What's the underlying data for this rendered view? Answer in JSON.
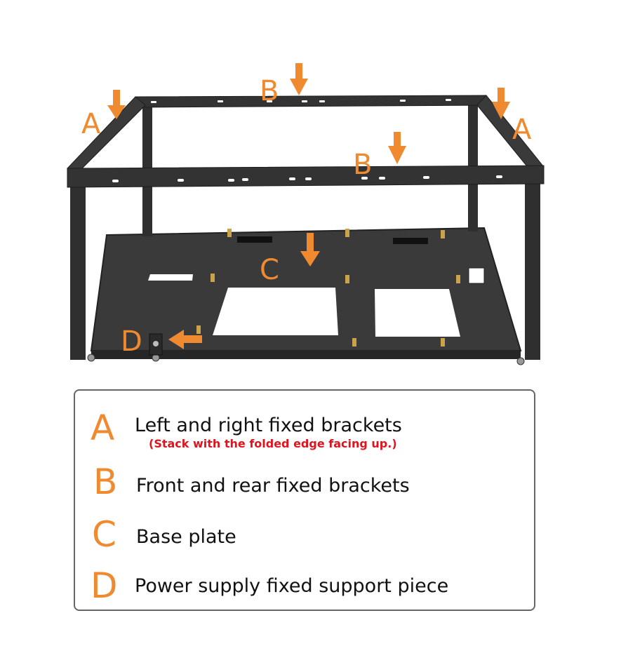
{
  "colors": {
    "accent": "#f08a30",
    "note": "#e0141e",
    "frame": "#2f2f2f",
    "border": "#666666"
  },
  "figure": {
    "labels": [
      {
        "id": "a-left",
        "text": "A"
      },
      {
        "id": "b-top",
        "text": "B"
      },
      {
        "id": "a-right",
        "text": "A"
      },
      {
        "id": "b-front",
        "text": "B"
      },
      {
        "id": "c-base",
        "text": "C"
      },
      {
        "id": "d-support",
        "text": "D"
      }
    ]
  },
  "legend": {
    "items": [
      {
        "letter": "A",
        "text": "Left and right fixed brackets",
        "note": "(Stack with the folded edge facing up.)"
      },
      {
        "letter": "B",
        "text": "Front and rear fixed brackets"
      },
      {
        "letter": "C",
        "text": "Base plate"
      },
      {
        "letter": "D",
        "text": "Power supply fixed support piece"
      }
    ]
  }
}
